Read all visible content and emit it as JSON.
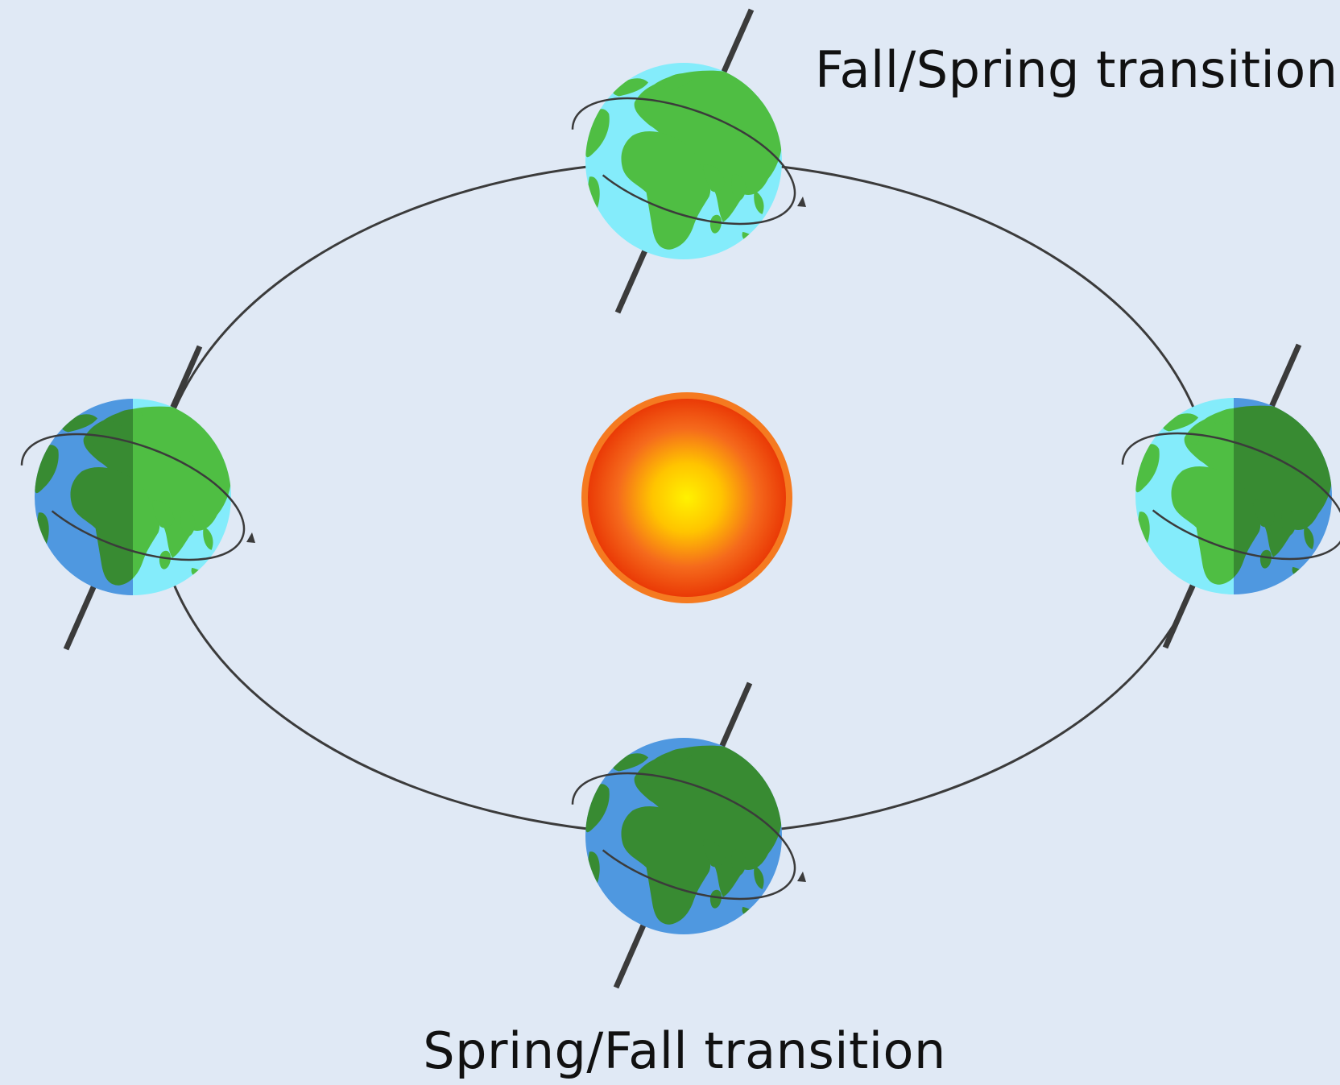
{
  "diagram": {
    "labels": {
      "top": "Fall/Spring transition",
      "bottom": "Spring/Fall transition"
    },
    "colors": {
      "background": "#e0e9f5",
      "orbit": "#3b3b3b",
      "axis": "#3b3b3b",
      "ocean_day": "#84ecfb",
      "ocean_night": "#4f98e0",
      "land_day": "#4fbe43",
      "land_night": "#388b32",
      "sun_core": "#fff200",
      "sun_edge": "#ef3a06",
      "sun_ring": "#f57a20"
    },
    "earths": [
      {
        "position": "top",
        "lighting": "day"
      },
      {
        "position": "left",
        "lighting": "left-half-night"
      },
      {
        "position": "right",
        "lighting": "right-half-night"
      },
      {
        "position": "bottom",
        "lighting": "night"
      }
    ]
  }
}
